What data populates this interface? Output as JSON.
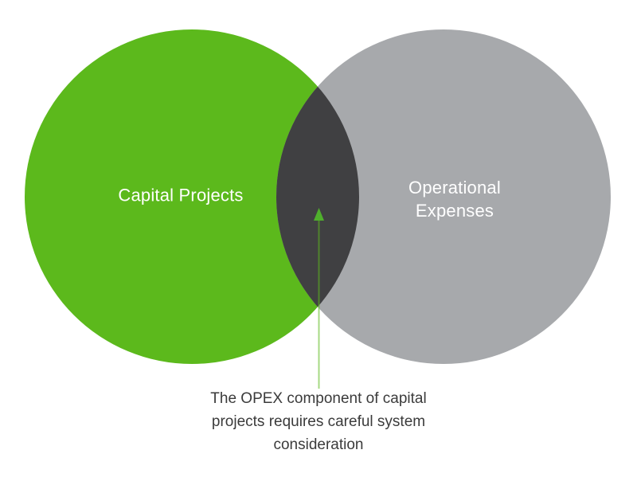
{
  "diagram": {
    "type": "venn",
    "left_circle": {
      "label": "Capital Projects",
      "color": "#5cb91c",
      "text_color": "#ffffff"
    },
    "right_circle": {
      "label": "Operational Expenses",
      "color": "#a7a9ac",
      "text_color": "#ffffff"
    },
    "intersection": {
      "color": "#404042"
    },
    "arrow": {
      "line_color": "#5cb91e",
      "head_color": "#4faf2c"
    }
  },
  "caption": {
    "color": "#3b3b3b",
    "lines": [
      "The OPEX component of capital",
      "projects requires careful system",
      "consideration"
    ]
  }
}
